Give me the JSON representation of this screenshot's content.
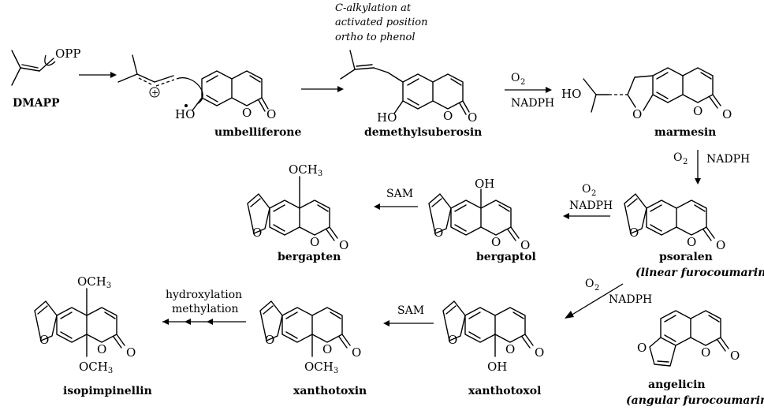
{
  "compounds": {
    "dmapp": "DMAPP",
    "umbelliferone": "umbelliferone",
    "demethylsuberosin": "demethylsuberosin",
    "marmesin": "marmesin",
    "psoralen": "psoralen",
    "psoralen_note": "(linear furocoumarin)",
    "bergaptol": "bergaptol",
    "bergapten": "bergapten",
    "xanthotoxol": "xanthotoxol",
    "xanthotoxin": "xanthotoxin",
    "isopimpinellin": "isopimpinellin",
    "angelicin": "angelicin",
    "angelicin_note": "(angular furocoumarin)"
  },
  "annotations": {
    "alkylation_line1": "C-alkylation at",
    "alkylation_line2": "activated position",
    "alkylation_line3": "ortho to phenol"
  },
  "reagents": {
    "o2": "O",
    "o2_sub": "2",
    "nadph": "NADPH",
    "sam": "SAM",
    "hydroxylation": "hydroxylation",
    "methylation": "methylation"
  },
  "atoms": {
    "opp": "OPP",
    "ho": "HO",
    "oh": "OH",
    "o": "O",
    "och": "OCH",
    "three": "3",
    "plus": "+"
  }
}
